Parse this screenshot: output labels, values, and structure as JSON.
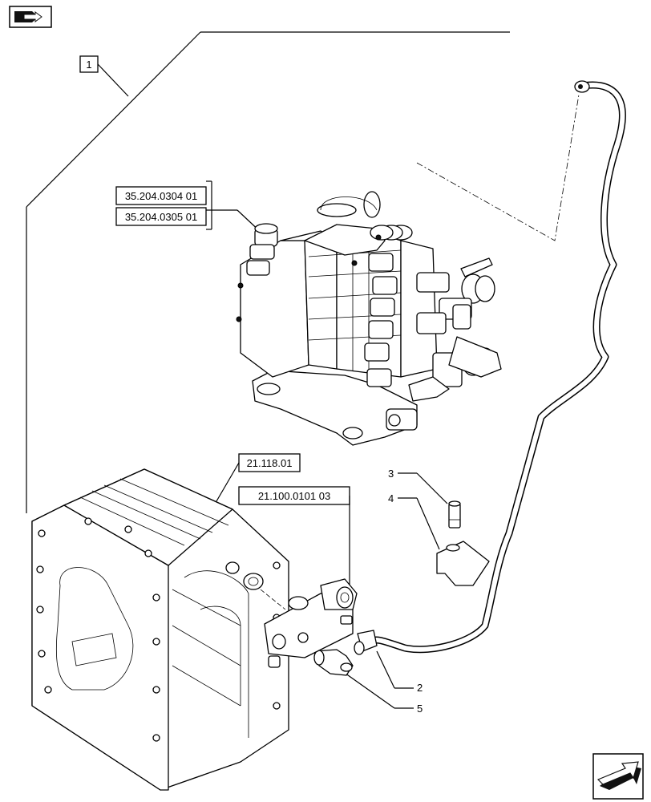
{
  "nav": {
    "top_icon": "book-arrow-icon",
    "bottom_icon": "next-page-arrow-icon"
  },
  "callouts": {
    "main_assembly": "1",
    "ref_valve_1": "35.204.0304 01",
    "ref_valve_2": "35.204.0305 01",
    "ref_transmission": "21.118.01",
    "ref_fitting_block": "21.100.0101 03",
    "item_2": "2",
    "item_3": "3",
    "item_4": "4",
    "item_5": "5"
  }
}
